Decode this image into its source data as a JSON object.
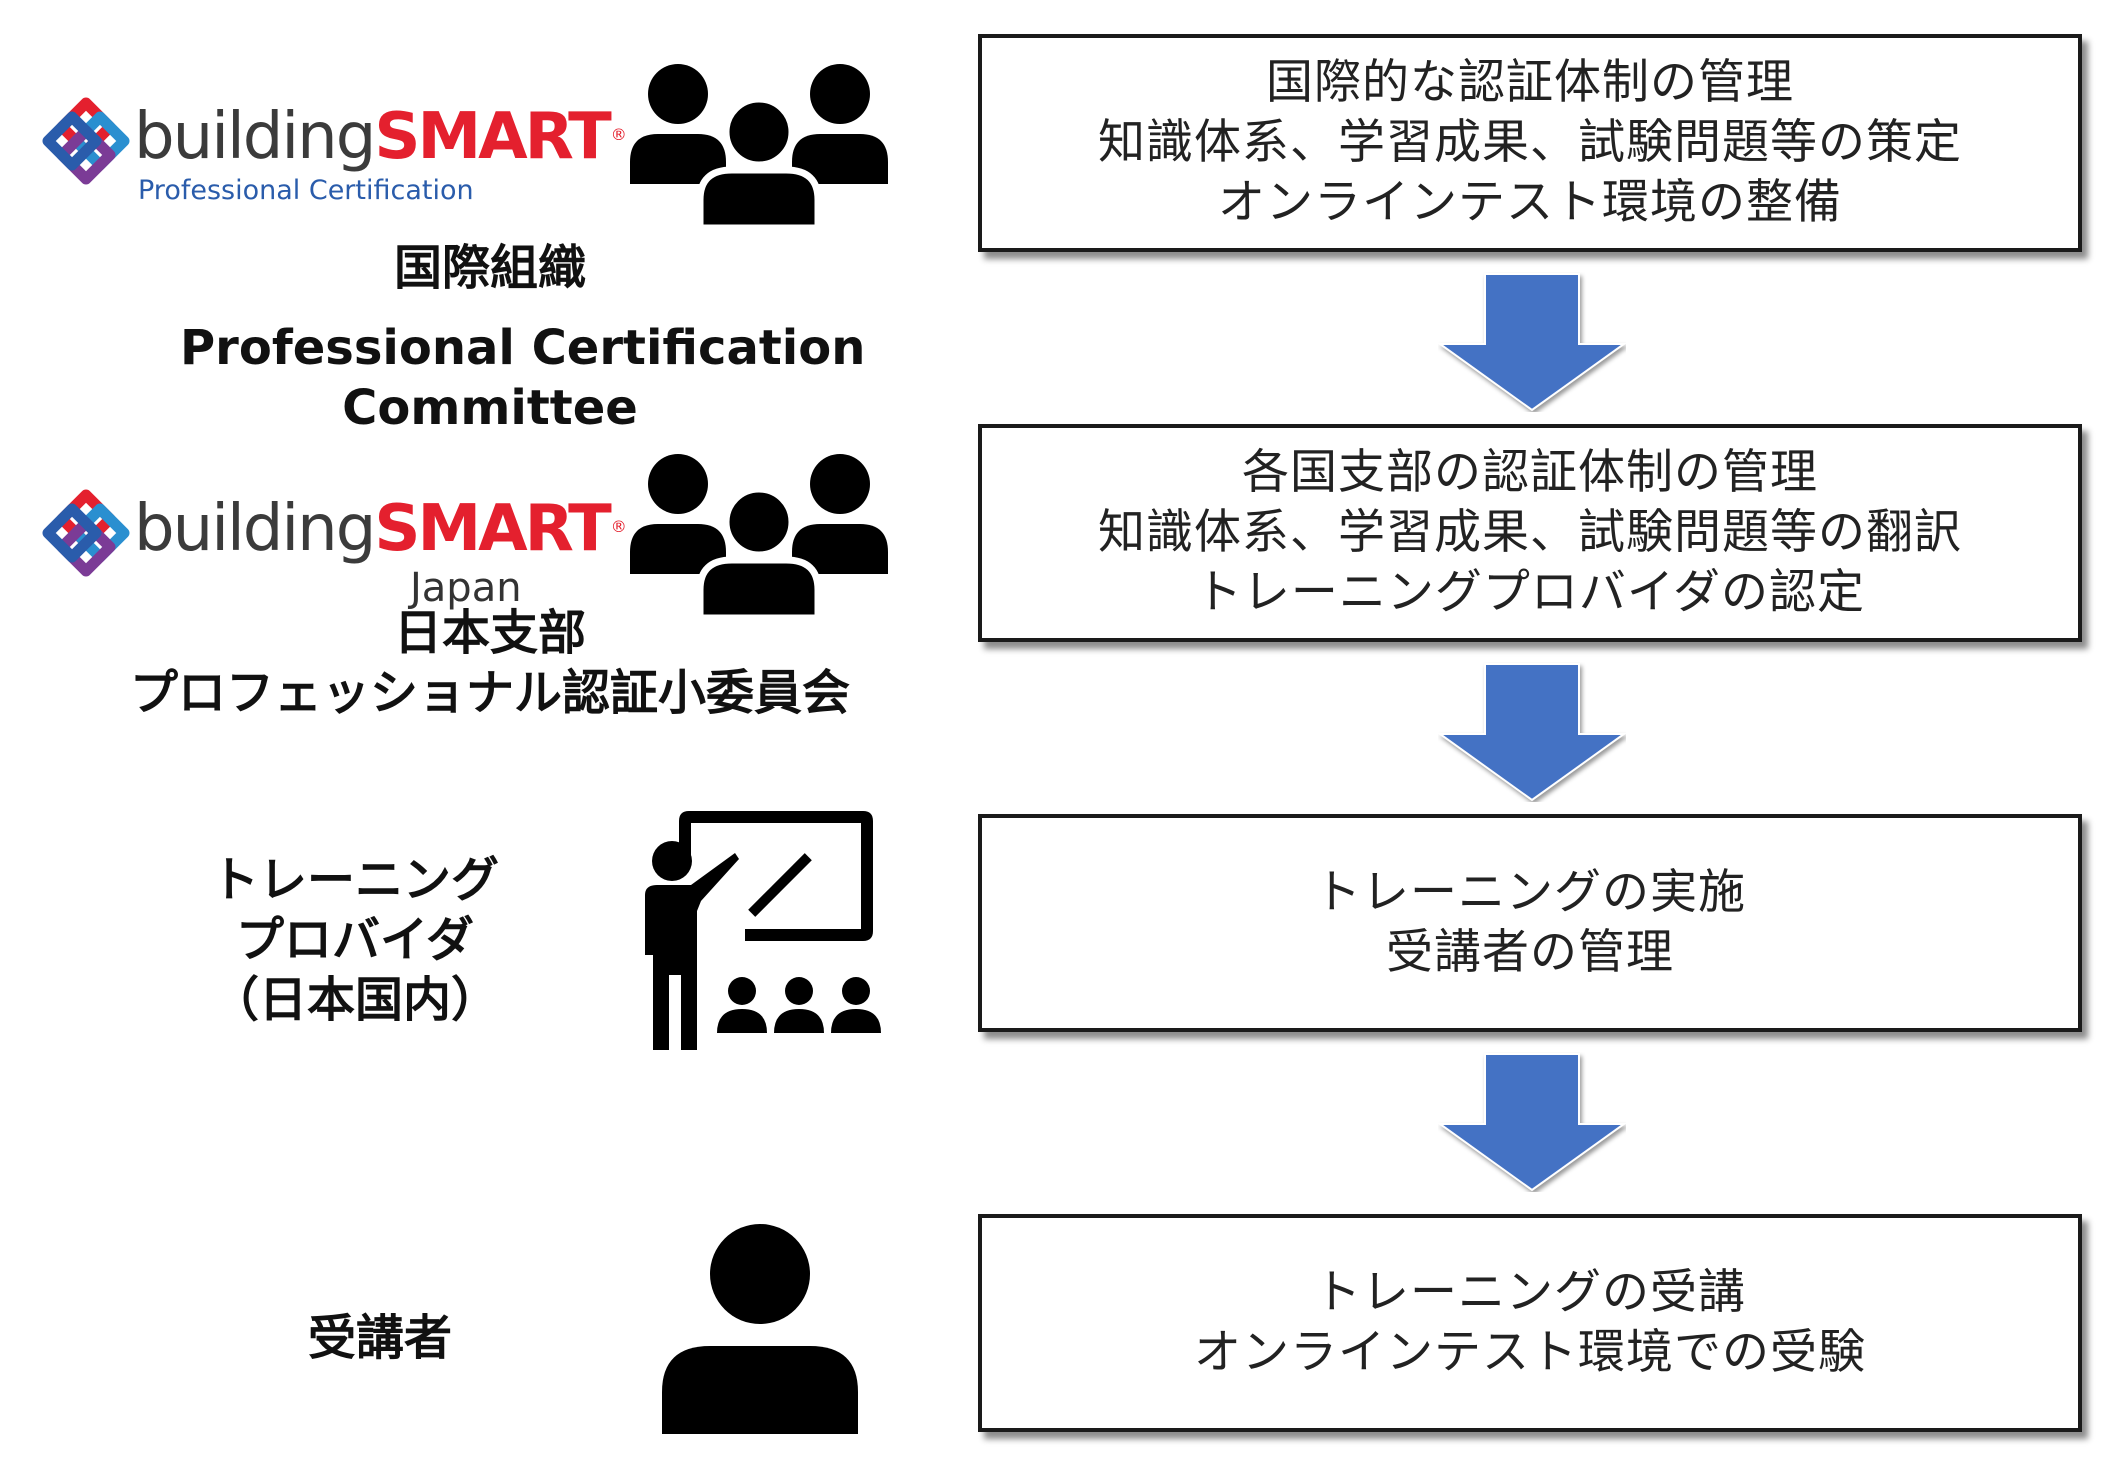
{
  "colors": {
    "arrow": "#4472c4",
    "logo_red": "#e4202e",
    "logo_blue": "#2a5cab",
    "box_border": "#1a1a1a"
  },
  "logo_international": {
    "word_part1": "building",
    "word_part2": "SMART",
    "reg": "®",
    "subtitle": "Professional Certification"
  },
  "logo_japan": {
    "word_part1": "building",
    "word_part2": "SMART",
    "reg": "®",
    "subtitle": "Japan"
  },
  "left_labels": {
    "international": {
      "line1": "国際組織",
      "line2": "Professional Certification",
      "line3": "Committee"
    },
    "japan": {
      "line1": "日本支部",
      "line2": "プロフェッショナル認証小委員会"
    },
    "provider": {
      "line1": "トレーニング",
      "line2": "プロバイダ",
      "line3": "（日本国内）"
    },
    "learner": {
      "line1": "受講者"
    }
  },
  "icons": [
    "group-icon",
    "group-icon",
    "teacher-presentation-icon",
    "person-icon"
  ],
  "boxes": [
    {
      "lines": [
        "国際的な認証体制の管理",
        "知識体系、学習成果、試験問題等の策定",
        "オンラインテスト環境の整備"
      ]
    },
    {
      "lines": [
        "各国支部の認証体制の管理",
        "知識体系、学習成果、試験問題等の翻訳",
        "トレーニングプロバイダの認定"
      ]
    },
    {
      "lines": [
        "トレーニングの実施",
        "受講者の管理"
      ]
    },
    {
      "lines": [
        "トレーニングの受講",
        "オンラインテスト環境での受験"
      ]
    }
  ]
}
